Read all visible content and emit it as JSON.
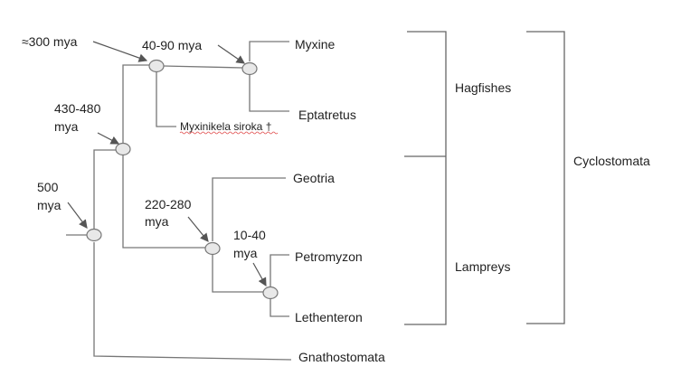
{
  "taxa": {
    "myxine": "Myxine",
    "eptatretus": "Eptatretus",
    "myxinikela": "Myxinikela siroka †",
    "geotria": "Geotria",
    "petromyzon": "Petromyzon",
    "lethenteron": "Lethenteron",
    "gnathostomata": "Gnathostomata"
  },
  "divergence_times": {
    "hagfish_stem": "≈300 mya",
    "hagfish_crown": "40-90 mya",
    "cyclostome_line1": "430-480",
    "cyclostome_line2": "mya",
    "root_line1": "500",
    "root_line2": "mya",
    "lamprey_crown_line1": "220-280",
    "lamprey_crown_line2": "mya",
    "northern_lamprey_line1": "10-40",
    "northern_lamprey_line2": "mya"
  },
  "groups": {
    "hagfishes": "Hagfishes",
    "lampreys": "Lampreys",
    "cyclostomata": "Cyclostomata"
  }
}
